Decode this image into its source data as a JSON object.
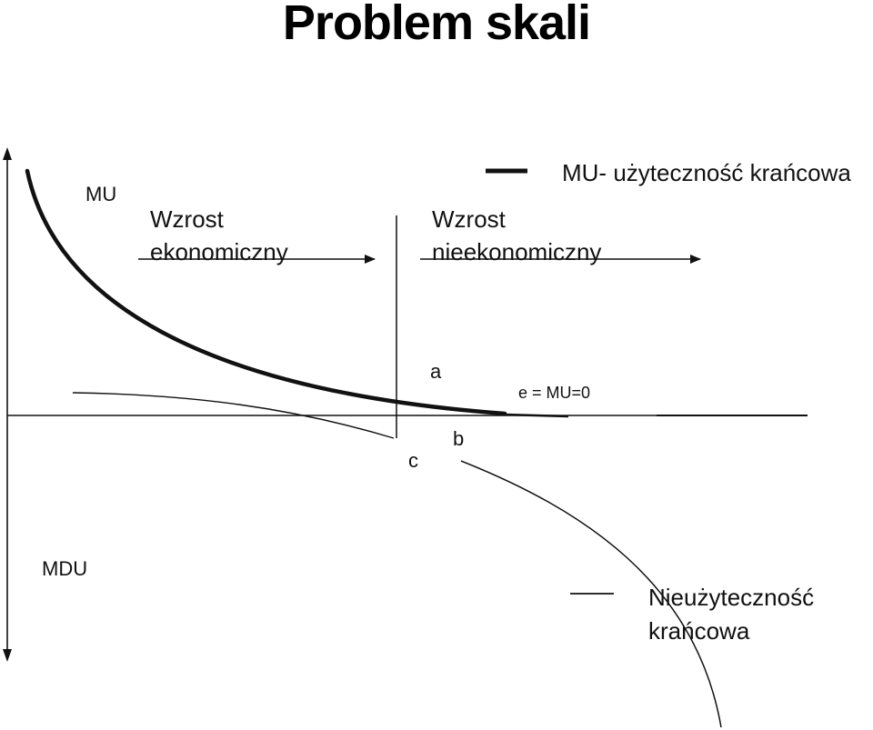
{
  "page_title": "Problem skali",
  "diagram": {
    "y_axis_top_label": "MU",
    "y_axis_bottom_label": "MDU",
    "zone_economic": {
      "line1": "Wzrost",
      "line2": "ekonomiczny"
    },
    "zone_noneconomic": {
      "line1": "Wzrost",
      "line2": "nieekonomiczny"
    },
    "point_a": "a",
    "point_b": "b",
    "point_c": "c",
    "equilibrium_label": "e = MU=0",
    "legend": [
      {
        "label": "MU- użyteczność krańcowa",
        "style": "thick"
      },
      {
        "line1": "Nieużyteczność",
        "line2": "krańcowa",
        "style": "thin"
      }
    ]
  },
  "colors": {
    "ink": "#111111",
    "background": "#ffffff"
  }
}
